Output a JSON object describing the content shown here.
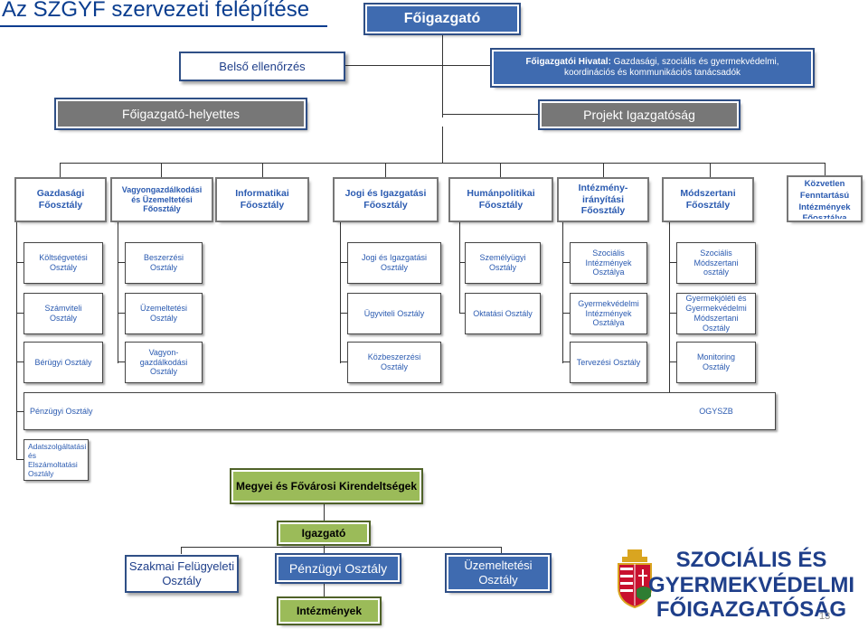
{
  "page": {
    "title": "Az SZGYF szervezeti felépítése",
    "page_number": "13"
  },
  "top": {
    "director_general": "Főigazgató",
    "internal_audit": "Belső ellenőrzés",
    "office_label": "Főigazgatói Hivatal:",
    "office_desc": " Gazdasági, szociális és gyermekvédelmi, koordinációs és kommunikációs tanácsadók",
    "deputy": "Főigazgató-helyettes",
    "project": "Projekt Igazgatóság"
  },
  "departments": [
    {
      "label": "Gazdasági\nFőosztály"
    },
    {
      "label": "Vagyongazdálkodási\nés Üzemeltetési\nFőosztály"
    },
    {
      "label": "Informatikai\nFőosztály"
    },
    {
      "label": "Jogi és Igazgatási\nFőosztály"
    },
    {
      "label": "Humánpolitikai\nFőosztály"
    },
    {
      "label": "Intézmény-\nirányítási\nFőosztály"
    },
    {
      "label": "Módszertani\nFőosztály"
    },
    {
      "label": "Közvetlen\nFenntartású\nIntézmények\nFőosztálya"
    }
  ],
  "units": {
    "col1": [
      "Költségvetési\nOsztály",
      "Számviteli\nOsztály",
      "Bérügyi Osztály",
      "Pénzügyi Osztály",
      "Adatszolgáltatási\nés Elszámoltatási\nOsztály"
    ],
    "col2": [
      "Beszerzési\nOsztály",
      "Üzemeltetési\nOsztály",
      "Vagyon-\ngazdálkodási\nOsztály"
    ],
    "col4": [
      "Jogi és Igazgatási\nOsztály",
      "Ügyviteli Osztály",
      "Közbeszerzési\nOsztály"
    ],
    "col5": [
      "Személyügyi\nOsztály",
      "Oktatási Osztály"
    ],
    "col6": [
      "Szociális\nIntézmények\nOsztálya",
      "Gyermekvédelmi\nIntézmények\nOsztálya",
      "Tervezési Osztály"
    ],
    "col7": [
      "Szociális\nMódszertani\nosztály",
      "Gyermekjóléti és\nGyermekvédelmi\nMódszertani\nOsztály",
      "Monitoring\nOsztály",
      "OGYSZB"
    ]
  },
  "regional": {
    "offices": "Megyei és Fővárosi Kirendeltségek",
    "director": "Igazgató",
    "supervision": "Szakmai  Felügyeleti\nOsztály",
    "finance": "Pénzügyi Osztály",
    "operations": "Üzemeltetési\nOsztály",
    "institutions": "Intézmények"
  },
  "brand": {
    "line1": "SZOCIÁLIS ÉS",
    "line2": "GYERMEKVÉDELMI",
    "line3": "FŐIGAZGATÓSÁG",
    "coat_icon": "hungarian-coat-of-arms-icon"
  },
  "colors": {
    "blue": "#3f6bb0",
    "green": "#9bbb59",
    "grey": "#777777",
    "text_blue": "#1f3f8a"
  }
}
